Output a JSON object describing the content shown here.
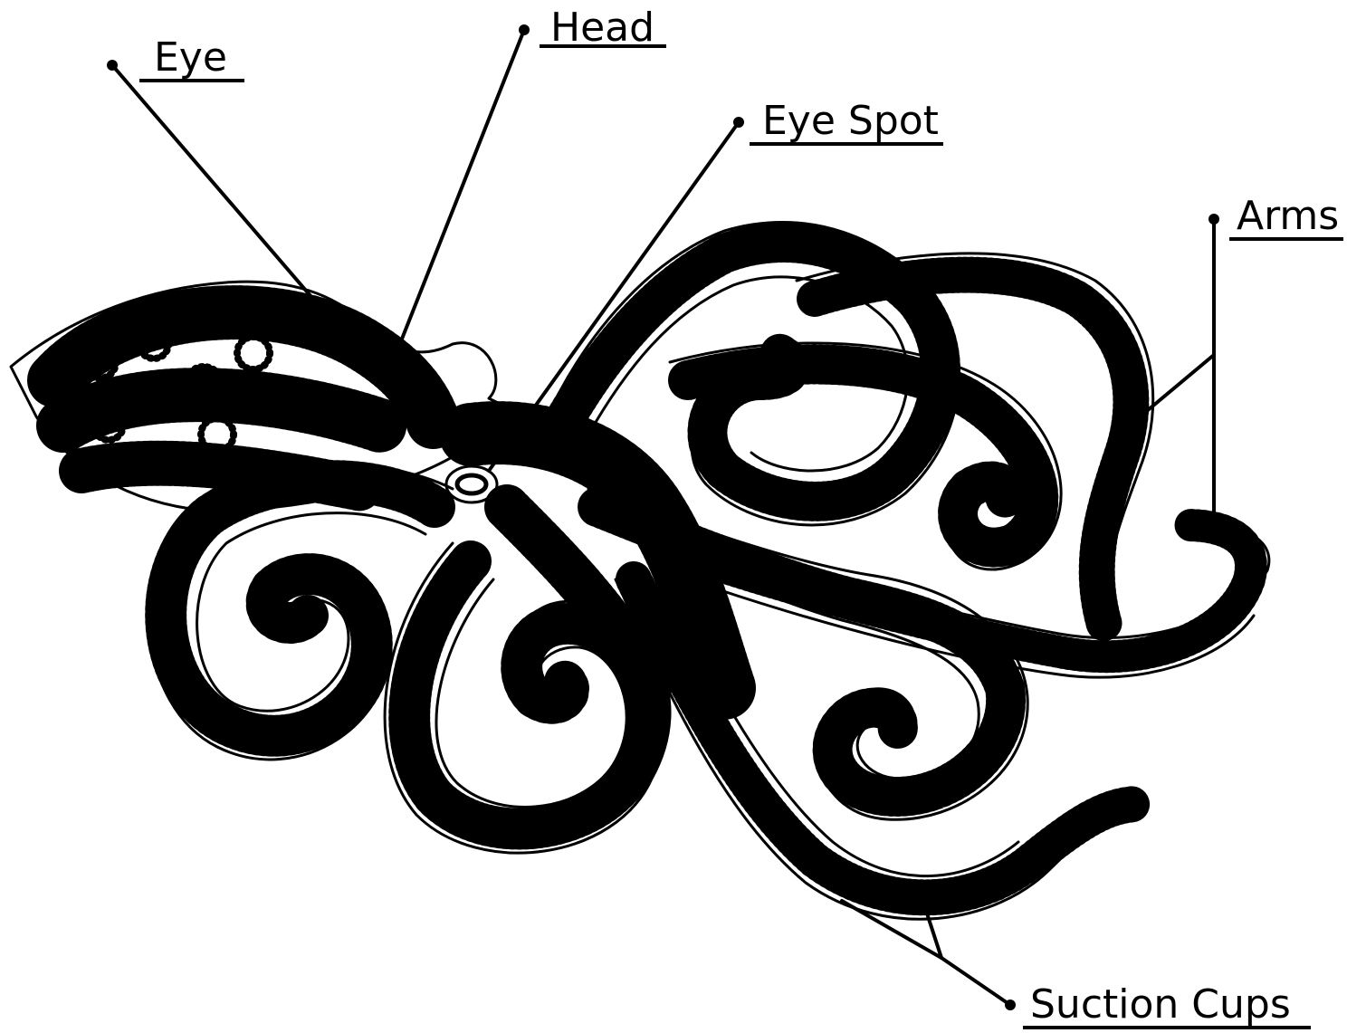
{
  "labels": {
    "eye": "Eye",
    "head": "Head",
    "eye_spot": "Eye Spot",
    "arms": "Arms",
    "suction_cups": "Suction Cups"
  },
  "colors": {
    "ink": "#000000",
    "paper": "#ffffff"
  }
}
